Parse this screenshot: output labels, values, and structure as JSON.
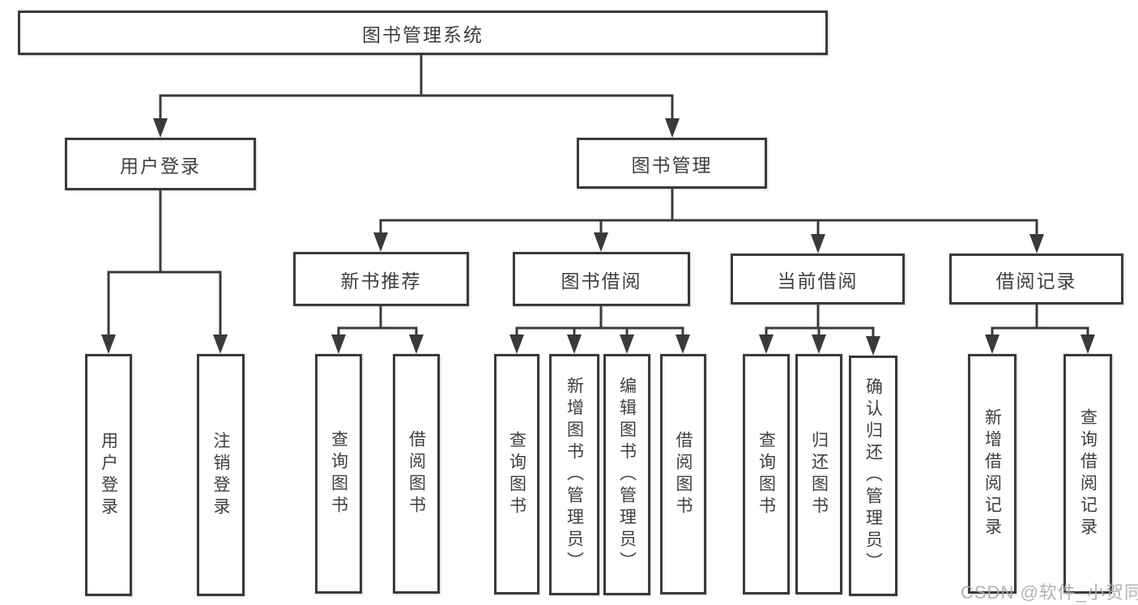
{
  "watermark": "CSDN @软件_小贺同学",
  "colors": {
    "line": "#3a3a3a",
    "border": "#3a3a3a",
    "text": "#3f3f3f",
    "background": "#ffffff",
    "watermark": "#a8a8a8"
  },
  "tree": {
    "root": {
      "label": "图书管理系统",
      "children": [
        {
          "label": "用户登录",
          "children": [
            {
              "label": "用户登录"
            },
            {
              "label": "注销登录"
            }
          ]
        },
        {
          "label": "图书管理",
          "children": [
            {
              "label": "新书推荐",
              "children": [
                {
                  "label": "查询图书"
                },
                {
                  "label": "借阅图书"
                }
              ]
            },
            {
              "label": "图书借阅",
              "children": [
                {
                  "label": "查询图书"
                },
                {
                  "label": "新增图书（管理员）"
                },
                {
                  "label": "编辑图书（管理员）"
                },
                {
                  "label": "借阅图书"
                }
              ]
            },
            {
              "label": "当前借阅",
              "children": [
                {
                  "label": "查询图书"
                },
                {
                  "label": "归还图书"
                },
                {
                  "label": "确认归还（管理员）"
                }
              ]
            },
            {
              "label": "借阅记录",
              "children": [
                {
                  "label": "新增借阅记录"
                },
                {
                  "label": "查询借阅记录"
                }
              ]
            }
          ]
        }
      ]
    }
  }
}
